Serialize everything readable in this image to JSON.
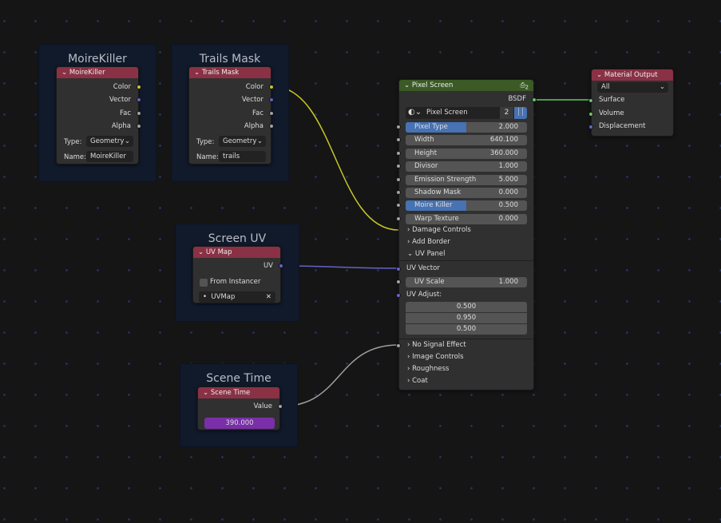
{
  "frames": {
    "moire": "MoireKiller",
    "trails": "Trails Mask",
    "uv": "Screen UV",
    "time": "Scene Time"
  },
  "moire_node": {
    "title": "MoireKiller",
    "outputs": [
      "Color",
      "Vector",
      "Fac",
      "Alpha"
    ],
    "type_label": "Type:",
    "type_value": "Geometry",
    "name_label": "Name:",
    "name_value": "MoireKiller"
  },
  "trails_node": {
    "title": "Trails Mask",
    "outputs": [
      "Color",
      "Vector",
      "Fac",
      "Alpha"
    ],
    "type_label": "Type:",
    "type_value": "Geometry",
    "name_label": "Name:",
    "name_value": "trails"
  },
  "uv_node": {
    "title": "UV Map",
    "output": "UV",
    "checkbox": "From Instancer",
    "map": "UVMap"
  },
  "time_node": {
    "title": "Scene Time",
    "output": "Value",
    "value": "390.000"
  },
  "pixel": {
    "title": "Pixel Screen",
    "users_icon": "2",
    "output": "BSDF",
    "datablock": "Pixel Screen",
    "users": "2",
    "inputs": [
      {
        "n": "Pixel Type",
        "v": "2.000",
        "f": 0.5
      },
      {
        "n": "Width",
        "v": "640.100"
      },
      {
        "n": "Height",
        "v": "360.000"
      },
      {
        "n": "Divisor",
        "v": "1.000"
      },
      {
        "n": "Emission Strength",
        "v": "5.000"
      },
      {
        "n": "Shadow Mask",
        "v": "0.000"
      },
      {
        "n": "Moire Killer",
        "v": "0.500",
        "f": 0.5
      },
      {
        "n": "Warp Texture",
        "v": "0.000"
      }
    ],
    "panels1": [
      "Damage Controls",
      "Add Border",
      "UV Panel"
    ],
    "uv_vector": "UV Vector",
    "uv_scale": {
      "n": "UV Scale",
      "v": "1.000"
    },
    "uv_adjust": "UV Adjust:",
    "uv_adjust_values": [
      "0.500",
      "0.950",
      "0.500"
    ],
    "panels2": [
      "No Signal Effect",
      "Image Controls",
      "Roughness",
      "Coat"
    ]
  },
  "output_node": {
    "title": "Material Output",
    "target": "All",
    "inputs": [
      "Surface",
      "Volume",
      "Displacement"
    ]
  },
  "colors": {
    "yellow": "#c7c729",
    "blue": "#6363c7",
    "gray": "#a1a1a1",
    "green": "#63c763"
  }
}
